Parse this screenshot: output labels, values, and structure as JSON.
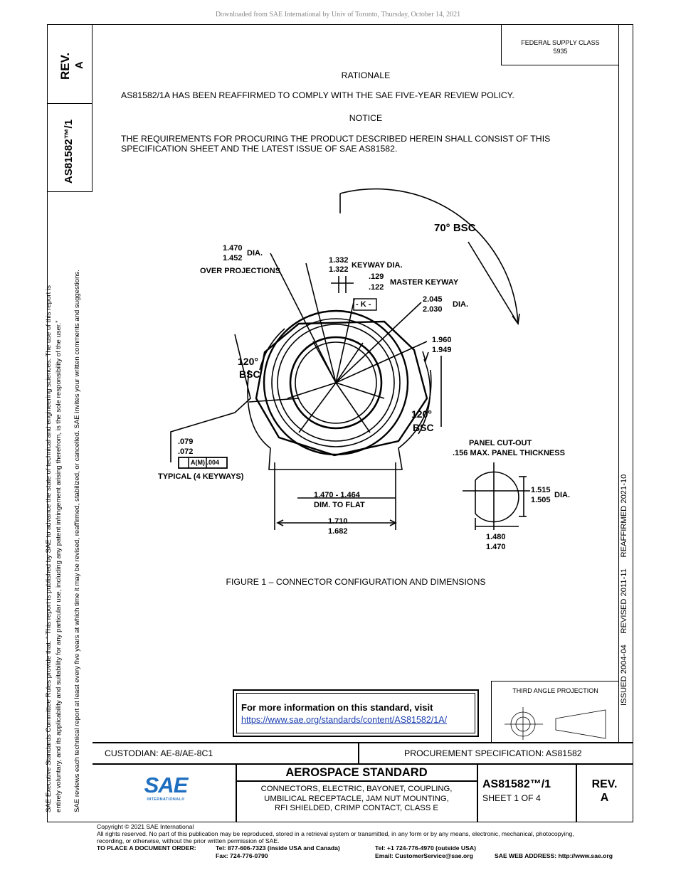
{
  "download_note": "Downloaded from SAE International by Univ of Toronto, Thursday, October 14, 2021",
  "sidebar": {
    "rev_label": "REV.",
    "rev_value": "A",
    "doc_number": "AS81582™/1",
    "disclaimer_line1": "SAE Executive Standards Committee Rules provide that: “ This report is published by SAE to advance the state of technical and engineering sciences. The use of this report is",
    "disclaimer_line2": "entirely voluntary, and its applicability and suitability for any particular use, including any patent infringement arising therefrom, is the sole responsibility of the user.”",
    "disclaimer_line3": "SAE reviews each technical report at least every five years at which time it may be revised, reaffirmed, stabilized, or cancelled. SAE invites your written comments and suggestions."
  },
  "federal_supply": {
    "label": "FEDERAL SUPPLY CLASS",
    "value": "5935"
  },
  "history": "ISSUED 2004-04     REVISED 2011-11     REAFFIRMED 2021-10",
  "rationale": {
    "heading": "RATIONALE",
    "text": "AS81582/1A HAS BEEN REAFFIRMED TO COMPLY WITH THE SAE FIVE-YEAR REVIEW POLICY."
  },
  "notice": {
    "heading": "NOTICE",
    "line1": "THE REQUIREMENTS FOR PROCURING THE PRODUCT DESCRIBED HEREIN SHALL CONSIST OF THIS",
    "line2": "SPECIFICATION SHEET AND THE LATEST ISSUE OF SAE AS81582."
  },
  "figure": {
    "caption": "FIGURE 1 – CONNECTOR CONFIGURATION AND DIMENSIONS",
    "labels": {
      "angle_70": "70° BSC",
      "dia_over_a": "1.470",
      "dia_over_b": "1.452",
      "dia_word": "DIA.",
      "over_projections": "OVER PROJECTIONS",
      "keyway_a": "1.332",
      "keyway_b": "1.322",
      "keyway_dia": "KEYWAY DIA.",
      "master_a": ".129",
      "master_b": ".122",
      "master_keyway": "MASTER KEYWAY",
      "datum_k": "- K -",
      "outer_a": "2.045",
      "outer_b": "2.030",
      "outer_dia": "DIA.",
      "inner_a": "1.960",
      "inner_b": "1.949",
      "angle_120_left_a": "120°",
      "angle_120_left_b": "BSC",
      "angle_120_right_a": "120°",
      "angle_120_right_b": "BSC",
      "key_a": ".079",
      "key_b": ".072",
      "tolerance_frame": "A(M) .004",
      "typical": "TYPICAL (4 KEYWAYS)",
      "flat_range": "1.470 - 1.464",
      "dim_to_flat": "DIM. TO FLAT",
      "width_a": "1.710",
      "width_b": "1.682",
      "panel_cutout": "PANEL CUT-OUT",
      "panel_thickness": ".156 MAX. PANEL THICKNESS",
      "cut_dia_a": "1.515",
      "cut_dia_b": "1.505",
      "cut_dia_word": "DIA.",
      "cut_flat_a": "1.480",
      "cut_flat_b": "1.470"
    }
  },
  "more_info": {
    "text": "For more information on this standard, visit",
    "url": "https://www.sae.org/standards/content/AS81582/1A/"
  },
  "third_angle": "THIRD ANGLE PROJECTION",
  "title_block": {
    "custodian": "CUSTODIAN: AE-8/AE-8C1",
    "procurement": "PROCUREMENT SPECIFICATION: AS81582",
    "logo_text": "SAE",
    "logo_sub": "INTERNATIONAL®",
    "heading": "AEROSPACE STANDARD",
    "desc_line1": "CONNECTORS, ELECTRIC, BAYONET, COUPLING,",
    "desc_line2": "UMBILICAL RECEPTACLE, JAM NUT MOUNTING,",
    "desc_line3": "RFI SHIELDED, CRIMP CONTACT, CLASS E",
    "doc_number": "AS81582™/1",
    "sheet": "SHEET 1 OF 4",
    "rev_label": "REV.",
    "rev_value": "A"
  },
  "footer": {
    "copyright": "Copyright © 2021 SAE International",
    "rights_line1": "All rights reserved. No part of this publication may be reproduced, stored in a retrieval system or transmitted, in any form or by any means, electronic, mechanical, photocopying,",
    "rights_line2": "recording, or otherwise, without the prior written permission of SAE.",
    "order_label": "TO PLACE A DOCUMENT ORDER:",
    "tel_usa": "Tel: 877-606-7323 (inside USA and Canada)",
    "fax": "Fax: 724-776-0790",
    "tel_outside": "Tel: +1 724-776-4970 (outside USA)",
    "email": "Email: CustomerService@sae.org",
    "web": "SAE WEB ADDRESS: http://www.sae.org"
  }
}
